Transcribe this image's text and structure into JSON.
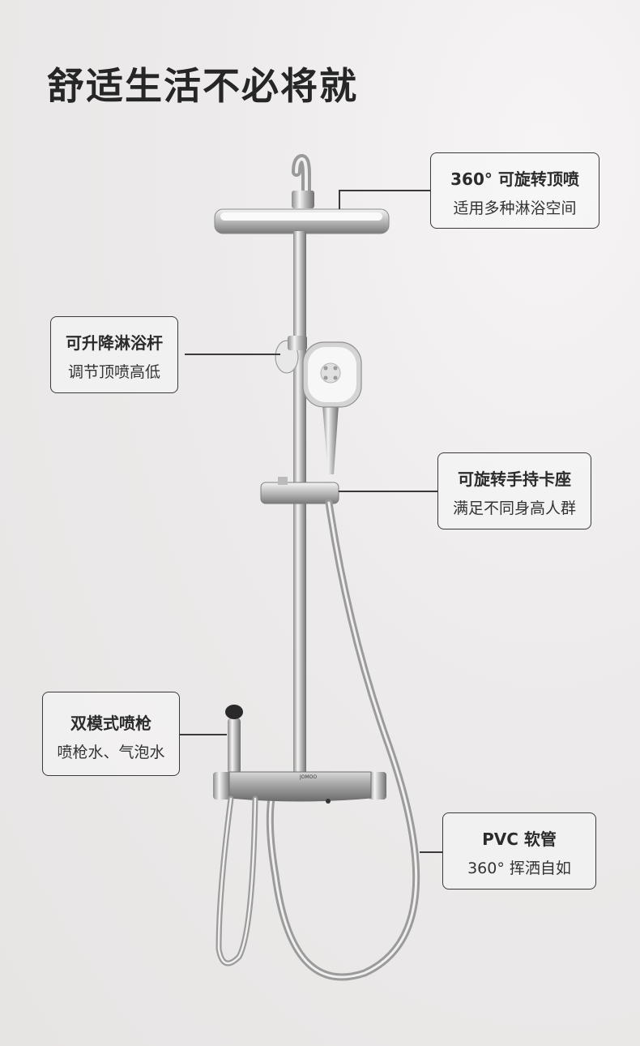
{
  "title": "舒适生活不必将就",
  "callouts": {
    "rotating_top": {
      "head": "360° 可旋转顶喷",
      "sub": "适用多种淋浴空间"
    },
    "lift_rod": {
      "head": "可升降淋浴杆",
      "sub": "调节顶喷高低"
    },
    "holder": {
      "head": "可旋转手持卡座",
      "sub": "满足不同身高人群"
    },
    "spray_gun": {
      "head": "双模式喷枪",
      "sub": "喷枪水、气泡水"
    },
    "hose": {
      "head": "PVC 软管",
      "sub": "360° 挥洒自如"
    }
  },
  "brand_mark": "JOMOO"
}
